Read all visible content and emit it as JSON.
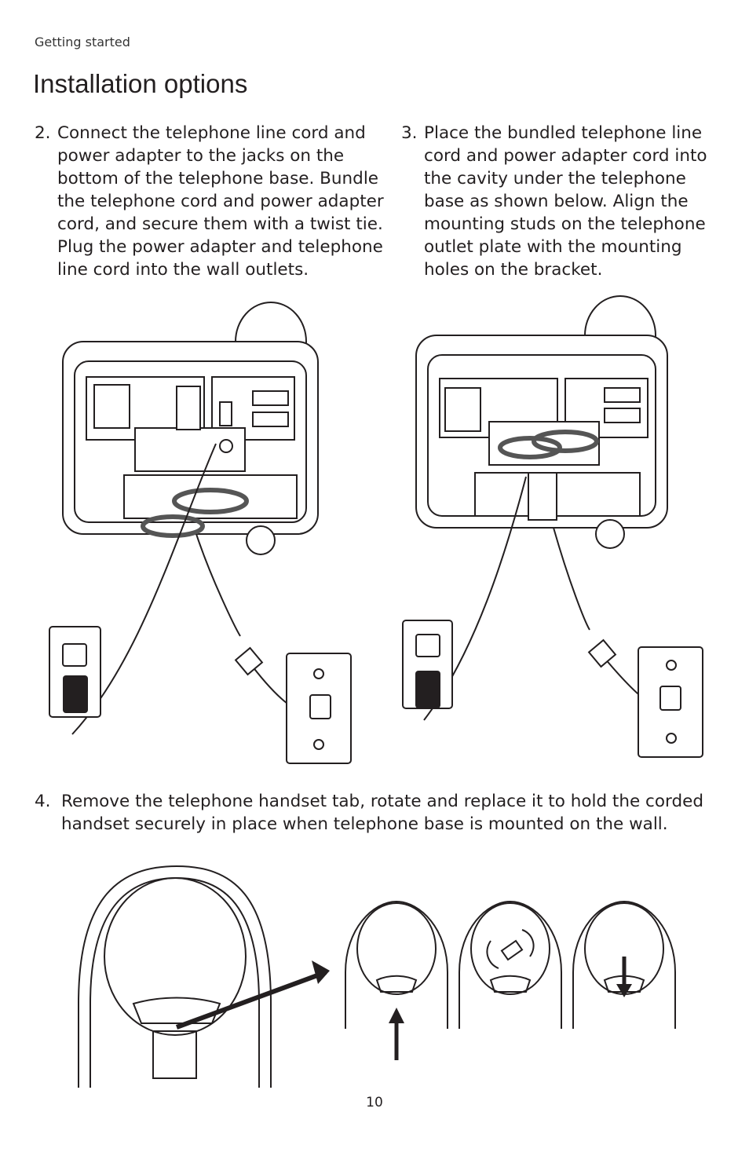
{
  "header": {
    "section": "Getting started",
    "title": "Installation options"
  },
  "steps": [
    {
      "number": "2.",
      "text": "Connect the telephone line cord and power adapter to the jacks on the bottom of the telephone base. Bundle the telephone cord and power adapter cord, and secure them with a twist tie. Plug the power adapter and telephone line cord into the wall outlets."
    },
    {
      "number": "3.",
      "text": "Place the bundled telephone line cord and power adapter cord into the cavity under the telephone base as shown below. Align the mounting studs on the telephone outlet plate with the mounting holes on the bracket."
    },
    {
      "number": "4.",
      "text": "Remove the telephone handset tab, rotate and replace it to hold the corded handset securely in place when telephone base is mounted on the wall."
    }
  ],
  "footer": {
    "page_number": "10"
  }
}
